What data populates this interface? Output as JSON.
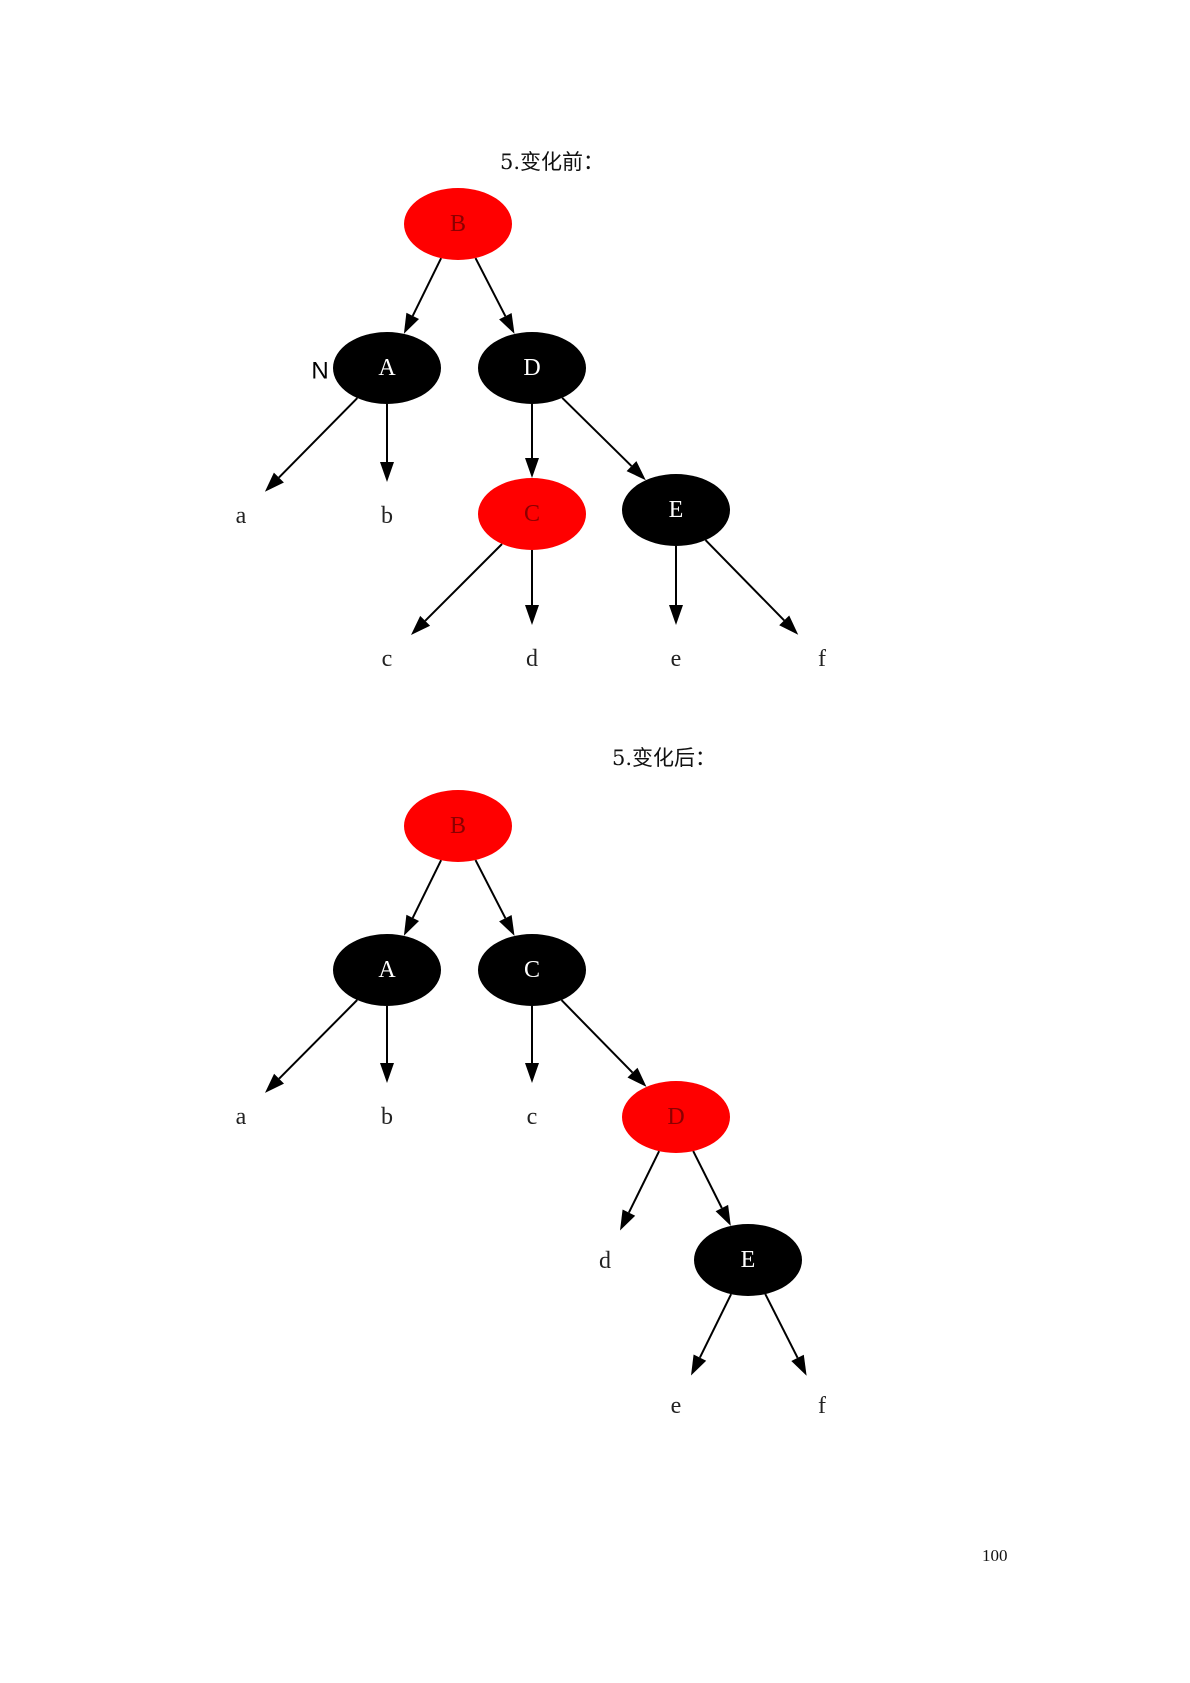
{
  "page_number": "100",
  "colors": {
    "red": "#ff0000",
    "black": "#000000",
    "red_label": "#8b0000",
    "black_label": "#ffffff",
    "edge": "#000000"
  },
  "diagrams": [
    {
      "id": "before",
      "caption": "5.变化前：",
      "nodes": [
        {
          "id": "B",
          "label": "B",
          "color": "red"
        },
        {
          "id": "A",
          "label": "A",
          "color": "black"
        },
        {
          "id": "D",
          "label": "D",
          "color": "black"
        },
        {
          "id": "C",
          "label": "C",
          "color": "red"
        },
        {
          "id": "E",
          "label": "E",
          "color": "black"
        }
      ],
      "leaves": [
        "a",
        "b",
        "c",
        "d",
        "e",
        "f"
      ],
      "side_labels": [
        {
          "label": "N",
          "of": "A"
        }
      ],
      "edges": [
        [
          "B",
          "A"
        ],
        [
          "B",
          "D"
        ],
        [
          "A",
          "a"
        ],
        [
          "A",
          "b"
        ],
        [
          "D",
          "C"
        ],
        [
          "D",
          "E"
        ],
        [
          "C",
          "c"
        ],
        [
          "C",
          "d"
        ],
        [
          "E",
          "e"
        ],
        [
          "E",
          "f"
        ]
      ]
    },
    {
      "id": "after",
      "caption": "5.变化后：",
      "nodes": [
        {
          "id": "B",
          "label": "B",
          "color": "red"
        },
        {
          "id": "A",
          "label": "A",
          "color": "black"
        },
        {
          "id": "C",
          "label": "C",
          "color": "black"
        },
        {
          "id": "D",
          "label": "D",
          "color": "red"
        },
        {
          "id": "E",
          "label": "E",
          "color": "black"
        }
      ],
      "leaves": [
        "a",
        "b",
        "c",
        "d",
        "e",
        "f"
      ],
      "side_labels": [],
      "edges": [
        [
          "B",
          "A"
        ],
        [
          "B",
          "C"
        ],
        [
          "A",
          "a"
        ],
        [
          "A",
          "b"
        ],
        [
          "C",
          "c"
        ],
        [
          "C",
          "D"
        ],
        [
          "D",
          "d"
        ],
        [
          "D",
          "E"
        ],
        [
          "E",
          "e"
        ],
        [
          "E",
          "f"
        ]
      ]
    }
  ]
}
